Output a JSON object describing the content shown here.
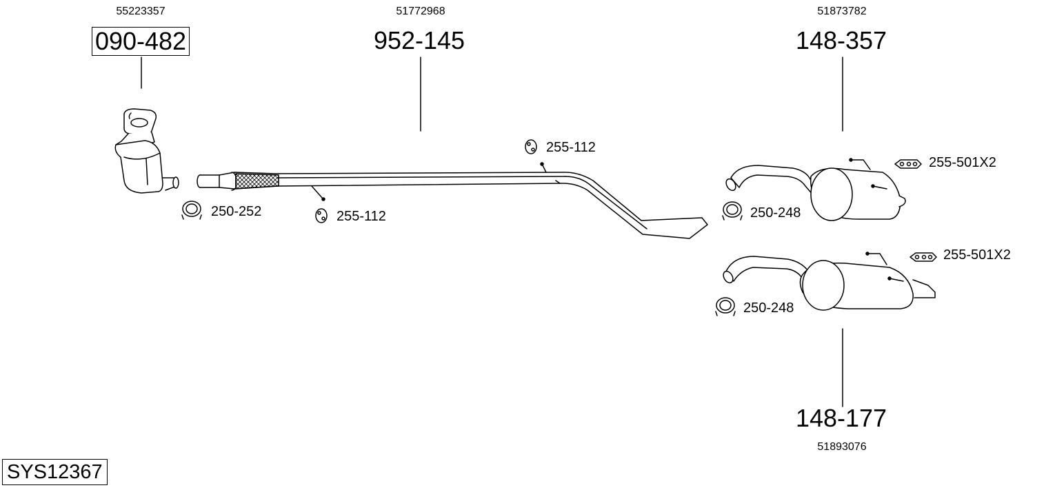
{
  "system": {
    "code": "SYS12367"
  },
  "parts": [
    {
      "part_number": "090-482",
      "oe_number": "55223357",
      "boxed": true
    },
    {
      "part_number": "952-145",
      "oe_number": "51772968"
    },
    {
      "part_number": "148-357",
      "oe_number": "51873782"
    },
    {
      "part_number": "148-177",
      "oe_number": "51893076"
    }
  ],
  "accessories": [
    {
      "code": "250-252",
      "icon": "clamp-icon"
    },
    {
      "code": "255-112",
      "icon": "rubber-ring-icon"
    },
    {
      "code": "255-112",
      "icon": "rubber-ring-icon"
    },
    {
      "code": "255-501X2",
      "icon": "rubber-hanger-icon"
    },
    {
      "code": "250-248",
      "icon": "clamp-icon"
    },
    {
      "code": "255-501X2",
      "icon": "rubber-hanger-icon"
    },
    {
      "code": "250-248",
      "icon": "clamp-icon"
    }
  ]
}
